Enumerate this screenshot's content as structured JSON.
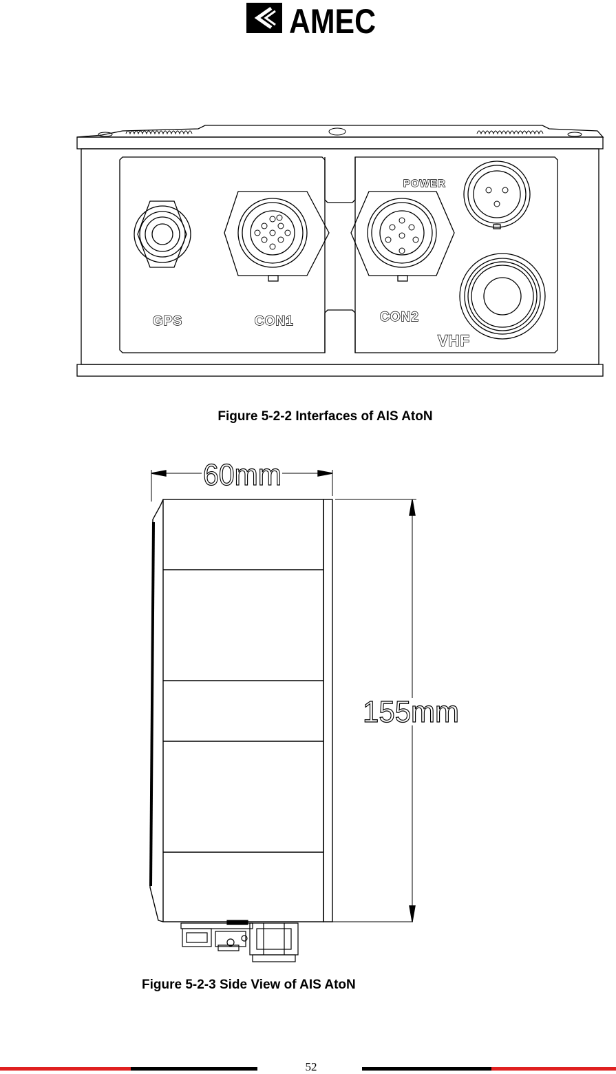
{
  "logo": {
    "icon": "chevron-diamond-icon",
    "text": "AMEC"
  },
  "figure1": {
    "labels": {
      "gps": "GPS",
      "con1": "CON1",
      "con2": "CON2",
      "power": "POWER",
      "vhf": "VHF"
    },
    "caption": "Figure 5-2-2 Interfaces of AIS AtoN"
  },
  "figure2": {
    "width_label": "60mm",
    "height_label": "155mm",
    "caption": "Figure 5-2-3 Side View of AIS AtoN"
  },
  "footer": {
    "page_number": "52",
    "colors": {
      "red": "#e02020",
      "black": "#000000"
    }
  }
}
